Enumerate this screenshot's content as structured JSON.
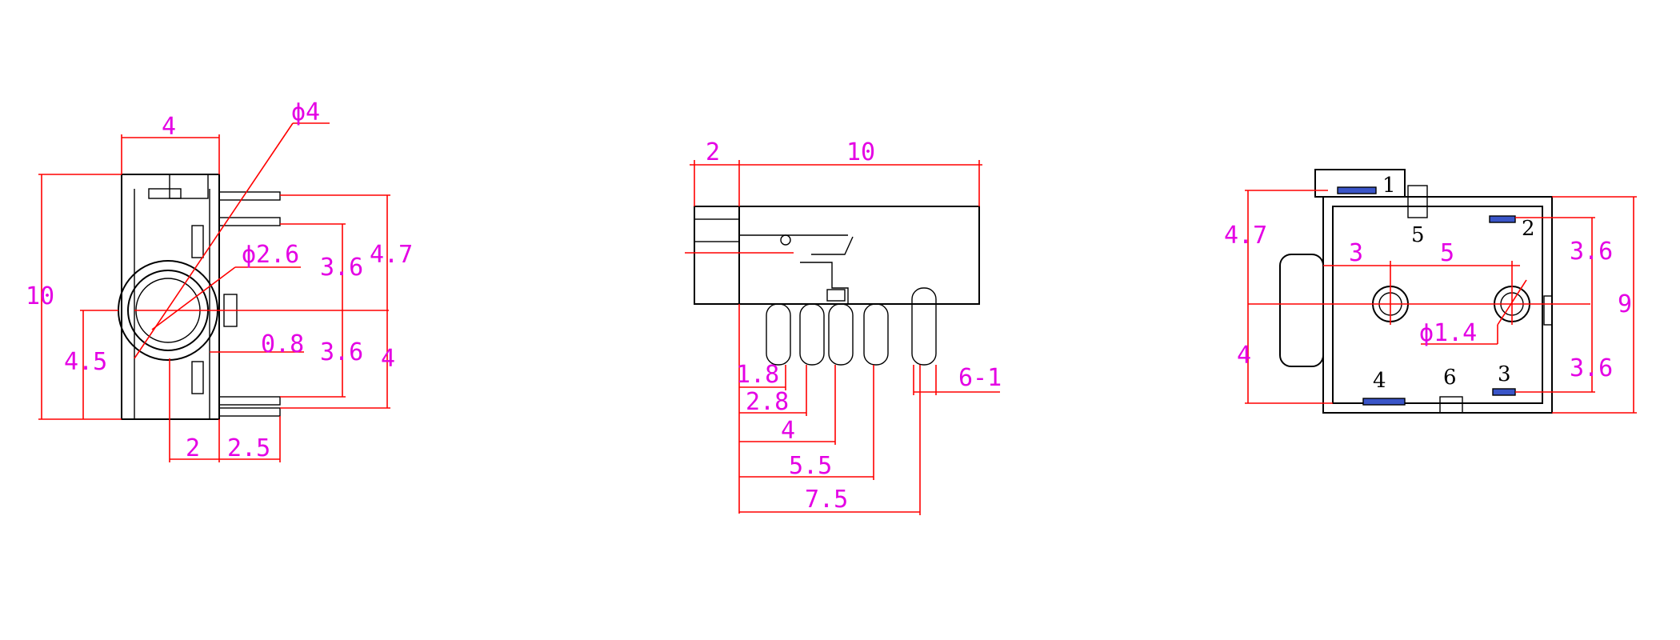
{
  "colors": {
    "body": "#000000",
    "dimension": "#ff0000",
    "label": "#e400e4",
    "pad": "#3a55c8"
  },
  "side_view": {
    "dim_width_top": "4",
    "dim_dia_outer": "ϕ4",
    "dim_dia_inner": "ϕ2.6",
    "dim_height_total": "10",
    "dim_height_lower": "4.5",
    "dim_pin_pitch_upper": "3.6",
    "dim_right_upper": "4.7",
    "dim_offset": "0.8",
    "dim_pin_pitch_lower": "3.6",
    "dim_right_lower": "4",
    "dim_bottom_left": "2",
    "dim_bottom_right": "2.5"
  },
  "front_view": {
    "dim_top_left": "2",
    "dim_top_length": "10",
    "dim_pin1": "1.8",
    "dim_pin2": "2.8",
    "dim_pin3": "4",
    "dim_pin4": "5.5",
    "dim_pin5": "7.5",
    "dim_pin_count": "6-1"
  },
  "bottom_view": {
    "dim_left_upper": "4.7",
    "dim_left_lower": "4",
    "dim_hole_left": "3",
    "dim_hole_right": "5",
    "dim_hole_dia": "ϕ1.4",
    "dim_right_upper": "3.6",
    "dim_right_lower": "3.6",
    "dim_height_total": "9",
    "pins": [
      "1",
      "2",
      "3",
      "4",
      "5",
      "6"
    ]
  }
}
